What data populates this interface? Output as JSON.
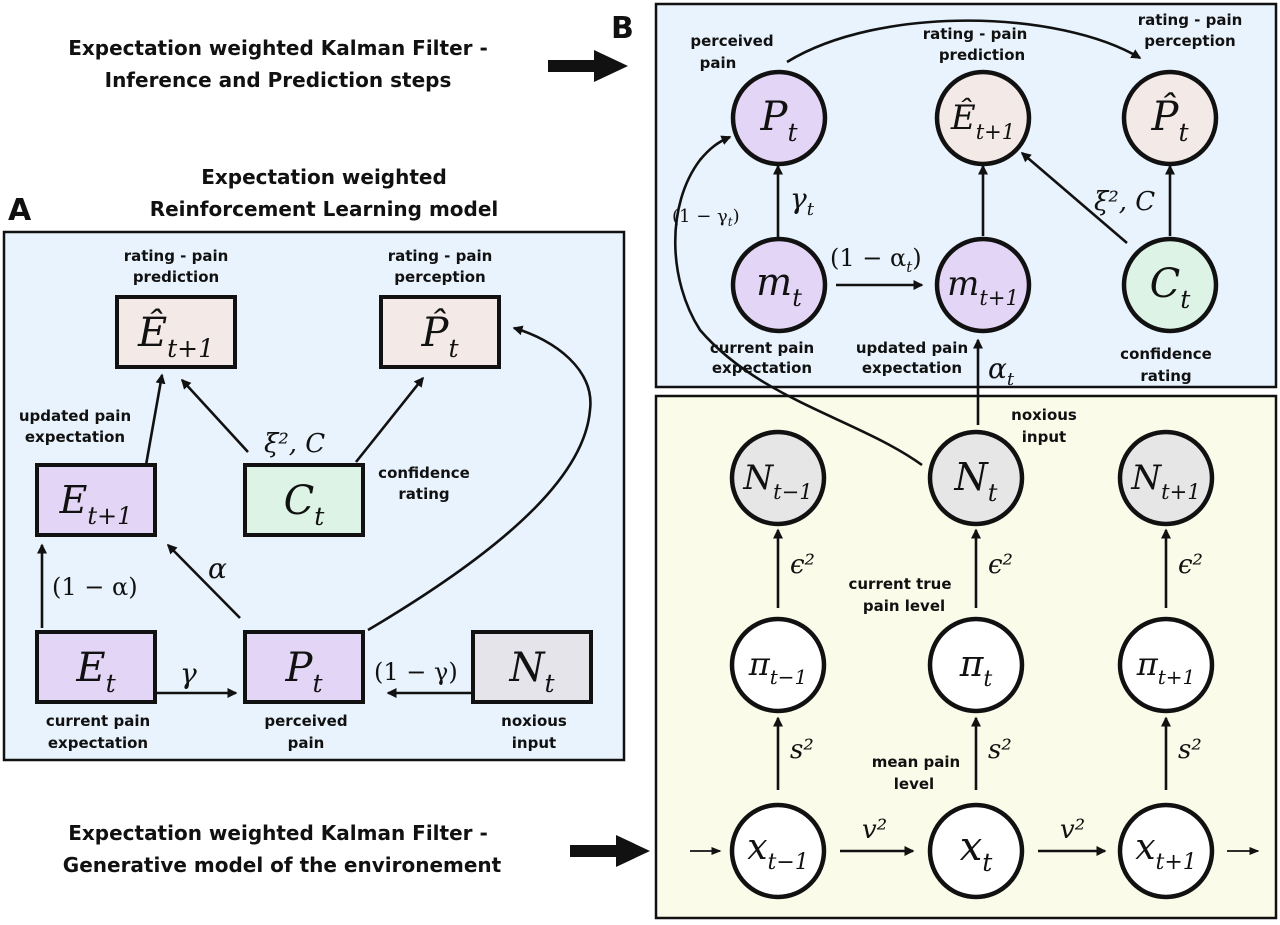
{
  "captions": {
    "ekf_inference": [
      "Expectation weighted Kalman Filter -",
      "Inference and Prediction steps"
    ],
    "ewrl_title": [
      "Expectation weighted",
      "Reinforcement Learning model"
    ],
    "ekf_generative": [
      "Expectation weighted Kalman Filter -",
      "Generative model of the environement"
    ]
  },
  "panel_letters": {
    "a": "A",
    "b": "B"
  },
  "colors": {
    "panel_blue": "#e9f3fd",
    "panel_yellow": "#fbfbe9",
    "node_purple": "#e3d5f5",
    "node_pink": "#f3e9e7",
    "node_green": "#dcf3e6",
    "node_grey": "#e4e4ea",
    "node_lightgrey": "#e6e6e6",
    "node_white": "#ffffff"
  },
  "panel_a": {
    "nodes": {
      "e_hat_next": {
        "main": "Ê",
        "sub": "t+1",
        "color": "node_pink"
      },
      "p_hat": {
        "main": "P̂",
        "sub": "t",
        "color": "node_pink"
      },
      "e_next": {
        "main": "E",
        "sub": "t+1",
        "color": "node_purple"
      },
      "c": {
        "main": "C",
        "sub": "t",
        "color": "node_green"
      },
      "e": {
        "main": "E",
        "sub": "t",
        "color": "node_purple"
      },
      "p": {
        "main": "P",
        "sub": "t",
        "color": "node_purple"
      },
      "n": {
        "main": "N",
        "sub": "t",
        "color": "node_grey"
      }
    },
    "labels": {
      "rating_pred": [
        "rating - pain",
        "prediction"
      ],
      "rating_perc": [
        "rating - pain",
        "perception"
      ],
      "updated": [
        "updated pain",
        "expectation"
      ],
      "confidence": [
        "confidence",
        "rating"
      ],
      "current": [
        "current pain",
        "expectation"
      ],
      "perceived": [
        "perceived",
        "pain"
      ],
      "noxious": [
        "noxious",
        "input"
      ]
    },
    "edges": {
      "one_minus_alpha": "(1 − α)",
      "alpha": "α",
      "gamma": "γ",
      "one_minus_gamma": "(1 − γ)",
      "xi_c": "ξ², C"
    }
  },
  "panel_b": {
    "nodes": {
      "p": {
        "main": "P",
        "sub": "t",
        "color": "node_purple"
      },
      "e_hat_next": {
        "main": "Ê",
        "sub": "t+1",
        "color": "node_pink"
      },
      "p_hat": {
        "main": "P̂",
        "sub": "t",
        "color": "node_pink"
      },
      "m": {
        "main": "m",
        "sub": "t",
        "color": "node_purple"
      },
      "m_next": {
        "main": "m",
        "sub": "t+1",
        "color": "node_purple"
      },
      "c": {
        "main": "C",
        "sub": "t",
        "color": "node_green"
      }
    },
    "labels": {
      "perceived": [
        "perceived",
        "pain"
      ],
      "rating_pred": [
        "rating - pain",
        "prediction"
      ],
      "rating_perc": [
        "rating - pain",
        "perception"
      ],
      "current": [
        "current pain",
        "expectation"
      ],
      "updated": [
        "updated pain",
        "expectation"
      ],
      "confidence": [
        "confidence",
        "rating"
      ]
    },
    "edges": {
      "gamma_t": "γ",
      "gamma_t_sub": "t",
      "one_minus_gamma_t": "(1 − γ",
      "one_minus_gamma_t_sub": "t",
      "one_minus_gamma_t_close": ")",
      "one_minus_alpha_t": "(1 − α",
      "one_minus_alpha_t_sub": "t",
      "one_minus_alpha_t_close": ")",
      "xi_c": "ξ², C",
      "alpha_t": "α",
      "alpha_t_sub": "t"
    }
  },
  "generative": {
    "nodes": {
      "n_prev": {
        "main": "N",
        "sub": "t−1",
        "color": "node_lightgrey"
      },
      "n": {
        "main": "N",
        "sub": "t",
        "color": "node_lightgrey"
      },
      "n_next": {
        "main": "N",
        "sub": "t+1",
        "color": "node_lightgrey"
      },
      "pi_prev": {
        "main": "π",
        "sub": "t−1",
        "color": "node_white"
      },
      "pi": {
        "main": "π",
        "sub": "t",
        "color": "node_white"
      },
      "pi_next": {
        "main": "π",
        "sub": "t+1",
        "color": "node_white"
      },
      "x_prev": {
        "main": "x",
        "sub": "t−1",
        "color": "node_white"
      },
      "x": {
        "main": "x",
        "sub": "t",
        "color": "node_white"
      },
      "x_next": {
        "main": "x",
        "sub": "t+1",
        "color": "node_white"
      }
    },
    "labels": {
      "noxious": [
        "noxious",
        "input"
      ],
      "true_pain": [
        "current true",
        "pain level"
      ],
      "mean_pain": [
        "mean pain",
        "level"
      ]
    },
    "edges": {
      "epsilon2": "ϵ²",
      "s2": "s²",
      "v2": "v²"
    }
  }
}
